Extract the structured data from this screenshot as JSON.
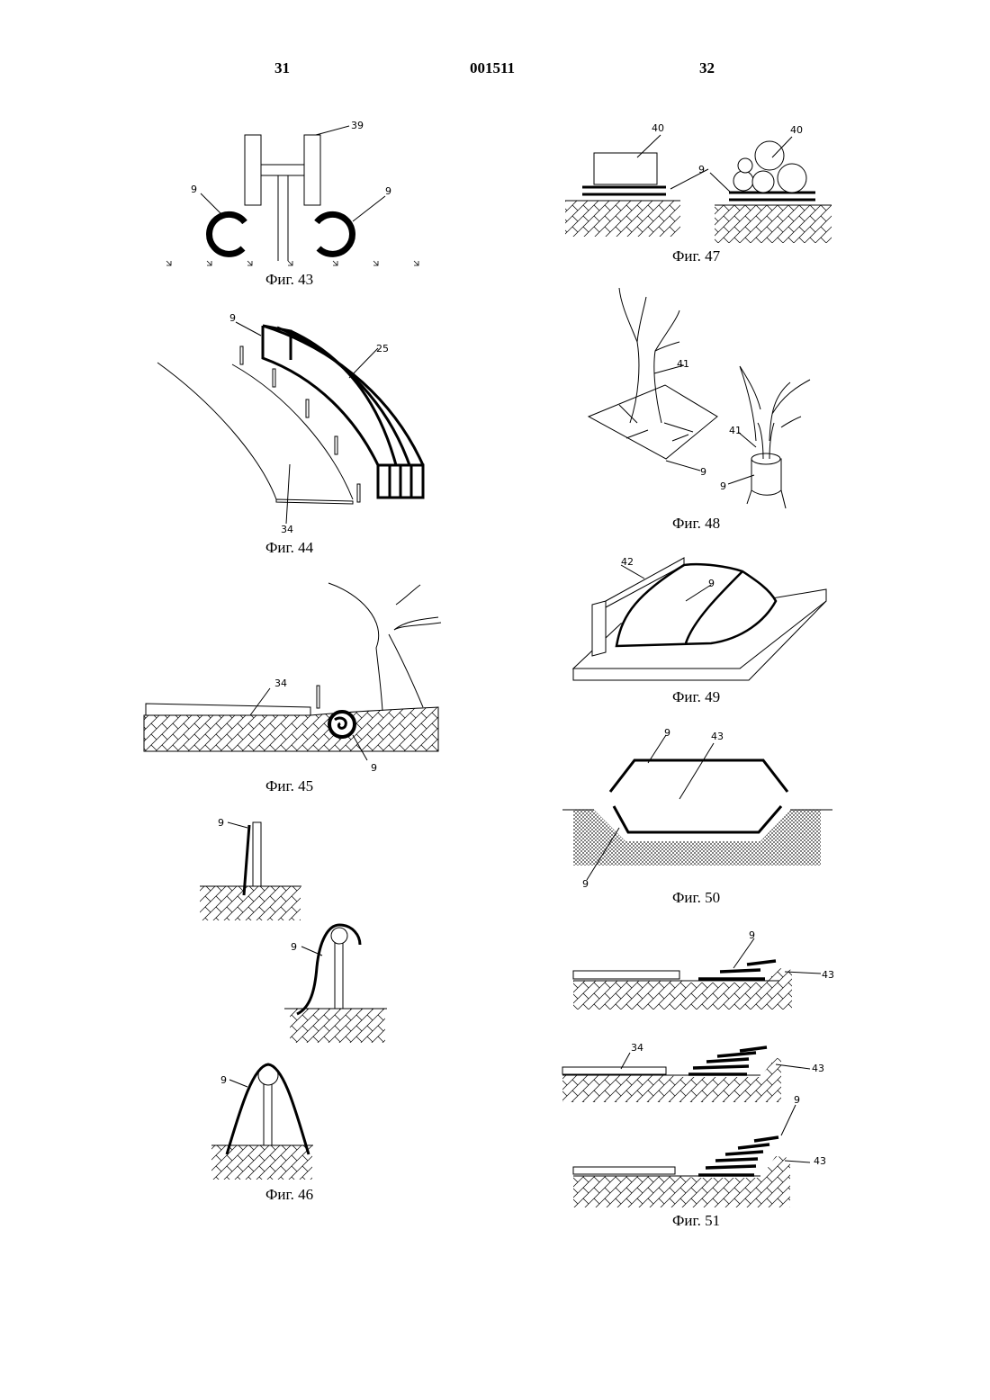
{
  "header": {
    "left_page": "31",
    "doc_number": "001511",
    "right_page": "32"
  },
  "figures": {
    "f43": {
      "caption": "Фиг. 43",
      "labels": {
        "a": "39",
        "b": "9",
        "c": "9"
      }
    },
    "f44": {
      "caption": "Фиг. 44",
      "labels": {
        "a": "9",
        "b": "25",
        "c": "34"
      }
    },
    "f45": {
      "caption": "Фиг. 45",
      "labels": {
        "a": "34",
        "b": "9"
      }
    },
    "f46": {
      "caption": "Фиг. 46",
      "labels": {
        "a": "9",
        "b": "9",
        "c": "9"
      }
    },
    "f47": {
      "caption": "Фиг. 47",
      "labels": {
        "a": "40",
        "b": "9",
        "c": "40"
      }
    },
    "f48": {
      "caption": "Фиг. 48",
      "labels": {
        "a": "41",
        "b": "9",
        "c": "41",
        "d": "9"
      }
    },
    "f49": {
      "caption": "Фиг. 49",
      "labels": {
        "a": "42",
        "b": "9"
      }
    },
    "f50": {
      "caption": "Фиг. 50",
      "labels": {
        "a": "9",
        "b": "43",
        "c": "9"
      }
    },
    "f51": {
      "caption": "Фиг. 51",
      "labels": {
        "a": "9",
        "b": "43",
        "c": "34",
        "d": "43",
        "e": "9",
        "f": "43"
      }
    }
  }
}
